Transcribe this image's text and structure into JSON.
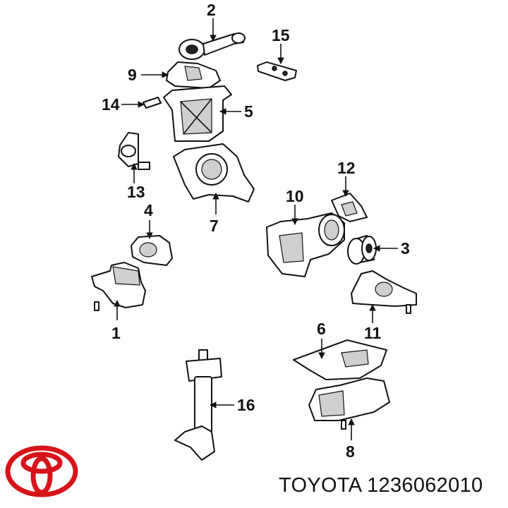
{
  "callouts": {
    "c1": "1",
    "c2": "2",
    "c3": "3",
    "c4": "4",
    "c5": "5",
    "c6": "6",
    "c7": "7",
    "c8": "8",
    "c9": "9",
    "c10": "10",
    "c11": "11",
    "c12": "12",
    "c13": "13",
    "c14": "14",
    "c15": "15",
    "c16": "16"
  },
  "caption": "TOYOTA 1236062010",
  "brand_color": "#d7141a",
  "logo_icon": "toyota-logo-icon"
}
